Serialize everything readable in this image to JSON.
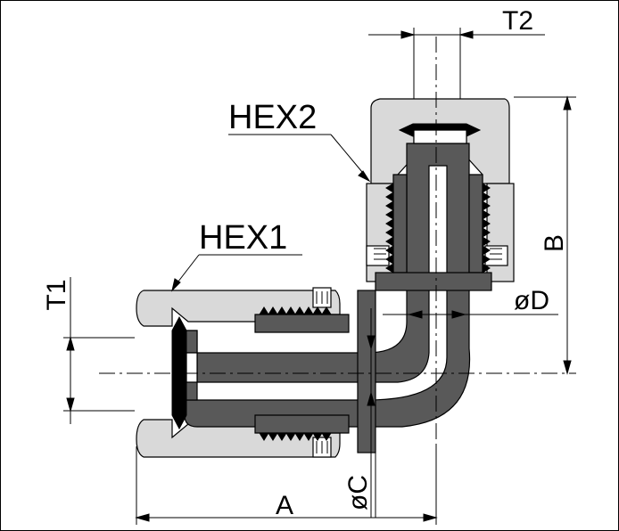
{
  "labels": {
    "hex1": "HEX1",
    "hex2": "HEX2",
    "t1": "T1",
    "t2": "T2",
    "a": "A",
    "b": "B",
    "c": "øC",
    "d": "øD"
  },
  "colors": {
    "body": "#595959",
    "nut": "#d9d9d9",
    "line": "#000000",
    "background": "#ffffff"
  }
}
